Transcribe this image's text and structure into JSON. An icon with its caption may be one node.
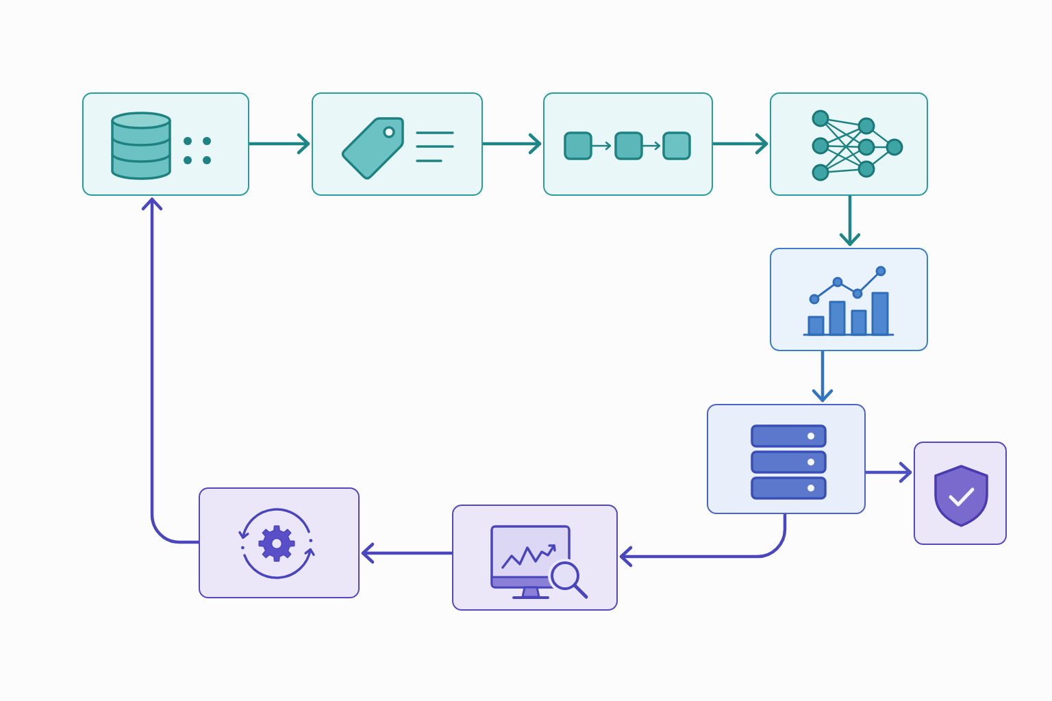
{
  "diagram": {
    "nodes": [
      {
        "text": [],
        "shape": "box"
      },
      {
        "text": [],
        "shape": "box"
      },
      {
        "text": [],
        "shape": "box"
      },
      {
        "text": [],
        "shape": "box"
      },
      {
        "text": [],
        "shape": "box"
      },
      {
        "text": [],
        "shape": "box"
      },
      {
        "text": [],
        "shape": "box"
      },
      {
        "text": [],
        "shape": "box"
      },
      {
        "text": [],
        "shape": "box"
      }
    ],
    "edges": [
      {
        "from": 0,
        "to": 1,
        "arrow": "to",
        "color": "#1d8585"
      },
      {
        "from": 1,
        "to": 2,
        "arrow": "to",
        "color": "#1d8585"
      },
      {
        "from": 2,
        "to": 3,
        "arrow": "to",
        "color": "#1d8585"
      },
      {
        "from": 3,
        "to": 4,
        "arrow": "to",
        "color": "#1d8585"
      },
      {
        "from": 4,
        "to": 5,
        "arrow": "to",
        "color": "#3274c0"
      },
      {
        "from": 5,
        "to": 6,
        "arrow": "to",
        "color": "#4b4fc2"
      },
      {
        "from": 5,
        "to": 7,
        "arrow": "to",
        "color": "#4a46bd"
      },
      {
        "from": 7,
        "to": 8,
        "arrow": "to",
        "color": "#4a46bd"
      },
      {
        "from": 8,
        "to": 0,
        "arrow": "to",
        "color": "#4a46bd"
      }
    ]
  }
}
